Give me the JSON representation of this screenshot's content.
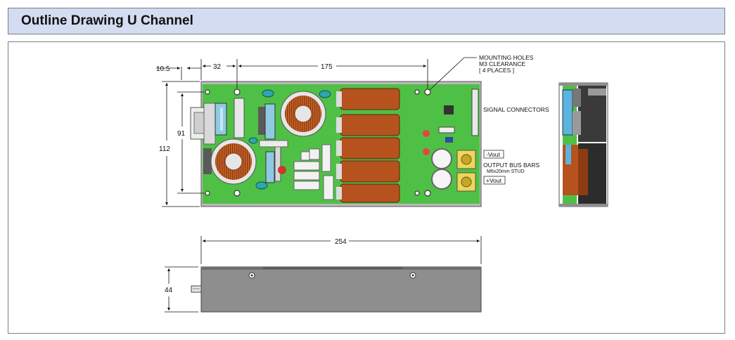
{
  "header": {
    "title": "Outline Drawing U Channel"
  },
  "top_view": {
    "dims": {
      "left_offset": "10.5",
      "first_hole": "32",
      "hole_span": "175",
      "inner_height": "91",
      "total_height": "112"
    },
    "labels": {
      "mounting_holes": [
        "MOUNTING HOLES",
        "M3 CLEARANCE",
        "[ 4 PLACES ]"
      ],
      "signal_connectors": "SIGNAL CONNECTORS",
      "minus_vout": "-Vout",
      "output_bus_bars": "OUTPUT BUS BARS",
      "stud": "M6x20mm STUD",
      "plus_vout": "+Vout"
    }
  },
  "side_view": {
    "dims": {
      "length": "254",
      "height": "44"
    }
  },
  "colors": {
    "header_bg": "#d3dcf0",
    "pcb_green": "#4fc046",
    "capacitor": "#b5521e",
    "chassis": "#8e8e8e"
  }
}
